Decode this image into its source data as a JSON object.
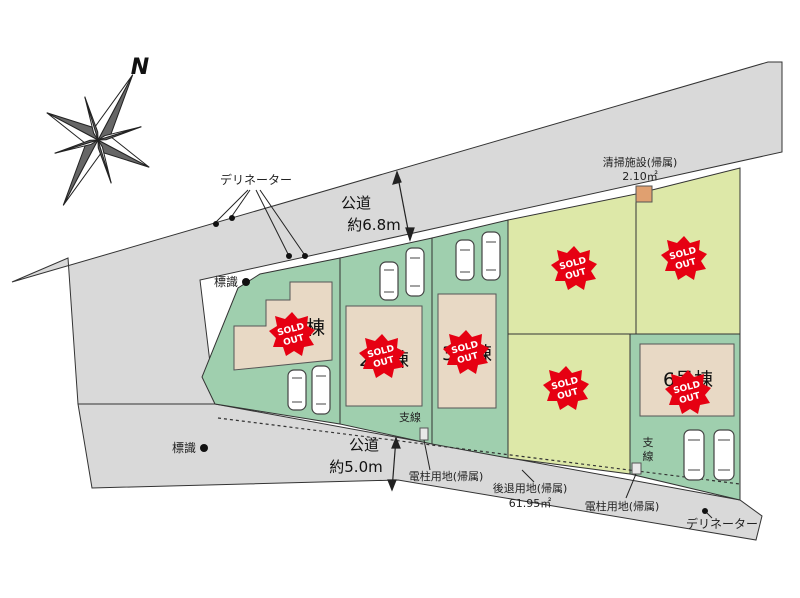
{
  "compass": {
    "letter": "N"
  },
  "roads": {
    "north": {
      "line1": "公道",
      "line2": "約6.8m"
    },
    "south": {
      "line1": "公道",
      "line2": "約5.0m"
    }
  },
  "labels": {
    "delineator_top": "デリネーター",
    "delineator_bottom": "デリネーター",
    "sign_top": "標識",
    "sign_bottom": "標識",
    "cleaning_line1": "清掃施設(帰属)",
    "cleaning_line2": "2.10㎡",
    "branch_line1": "支線",
    "branch_line2_a": "支",
    "branch_line2_b": "線",
    "pole_land_1": "電柱用地(帰属)",
    "pole_land_2": "電柱用地(帰属)",
    "setback_line1": "後退用地(帰属)",
    "setback_line2": "61.95㎡"
  },
  "lots": {
    "lot1": {
      "label": "1号棟"
    },
    "lot2": {
      "label": "2号棟"
    },
    "lot3": {
      "label": "3号棟"
    },
    "lot6": {
      "label": "6号棟"
    }
  },
  "sold_badge": {
    "line1": "SOLD",
    "line2": "OUT"
  },
  "colors": {
    "road": "#d9d9d9",
    "lot_green": "#9fcfae",
    "lot_yellow": "#dde8a8",
    "building": "#e8d9c5",
    "sold_badge": "#e60012",
    "cleaning_facility": "#e0a070"
  }
}
